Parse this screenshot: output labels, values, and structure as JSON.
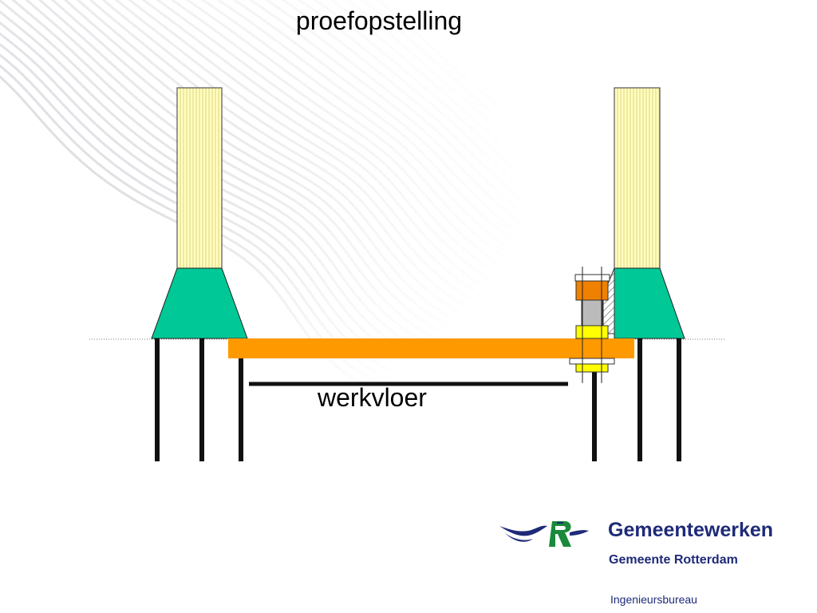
{
  "slide": {
    "title": "proefopstelling",
    "label": "werkvloer"
  },
  "footer": {
    "organization": "Gemeentewerken",
    "municipality": "Gemeente Rotterdam",
    "department": "Ingenieursbureau"
  },
  "colors": {
    "column_fill": "#ffffc0",
    "column_stripe": "#e0d080",
    "footing": "#00c896",
    "beam": "#ff9900",
    "nut_orange": "#f08000",
    "nut_yellow": "#ffff00",
    "steel_grey": "#bbbbbb",
    "brand_blue": "#1e2a78",
    "brand_green": "#1a8a3a"
  }
}
